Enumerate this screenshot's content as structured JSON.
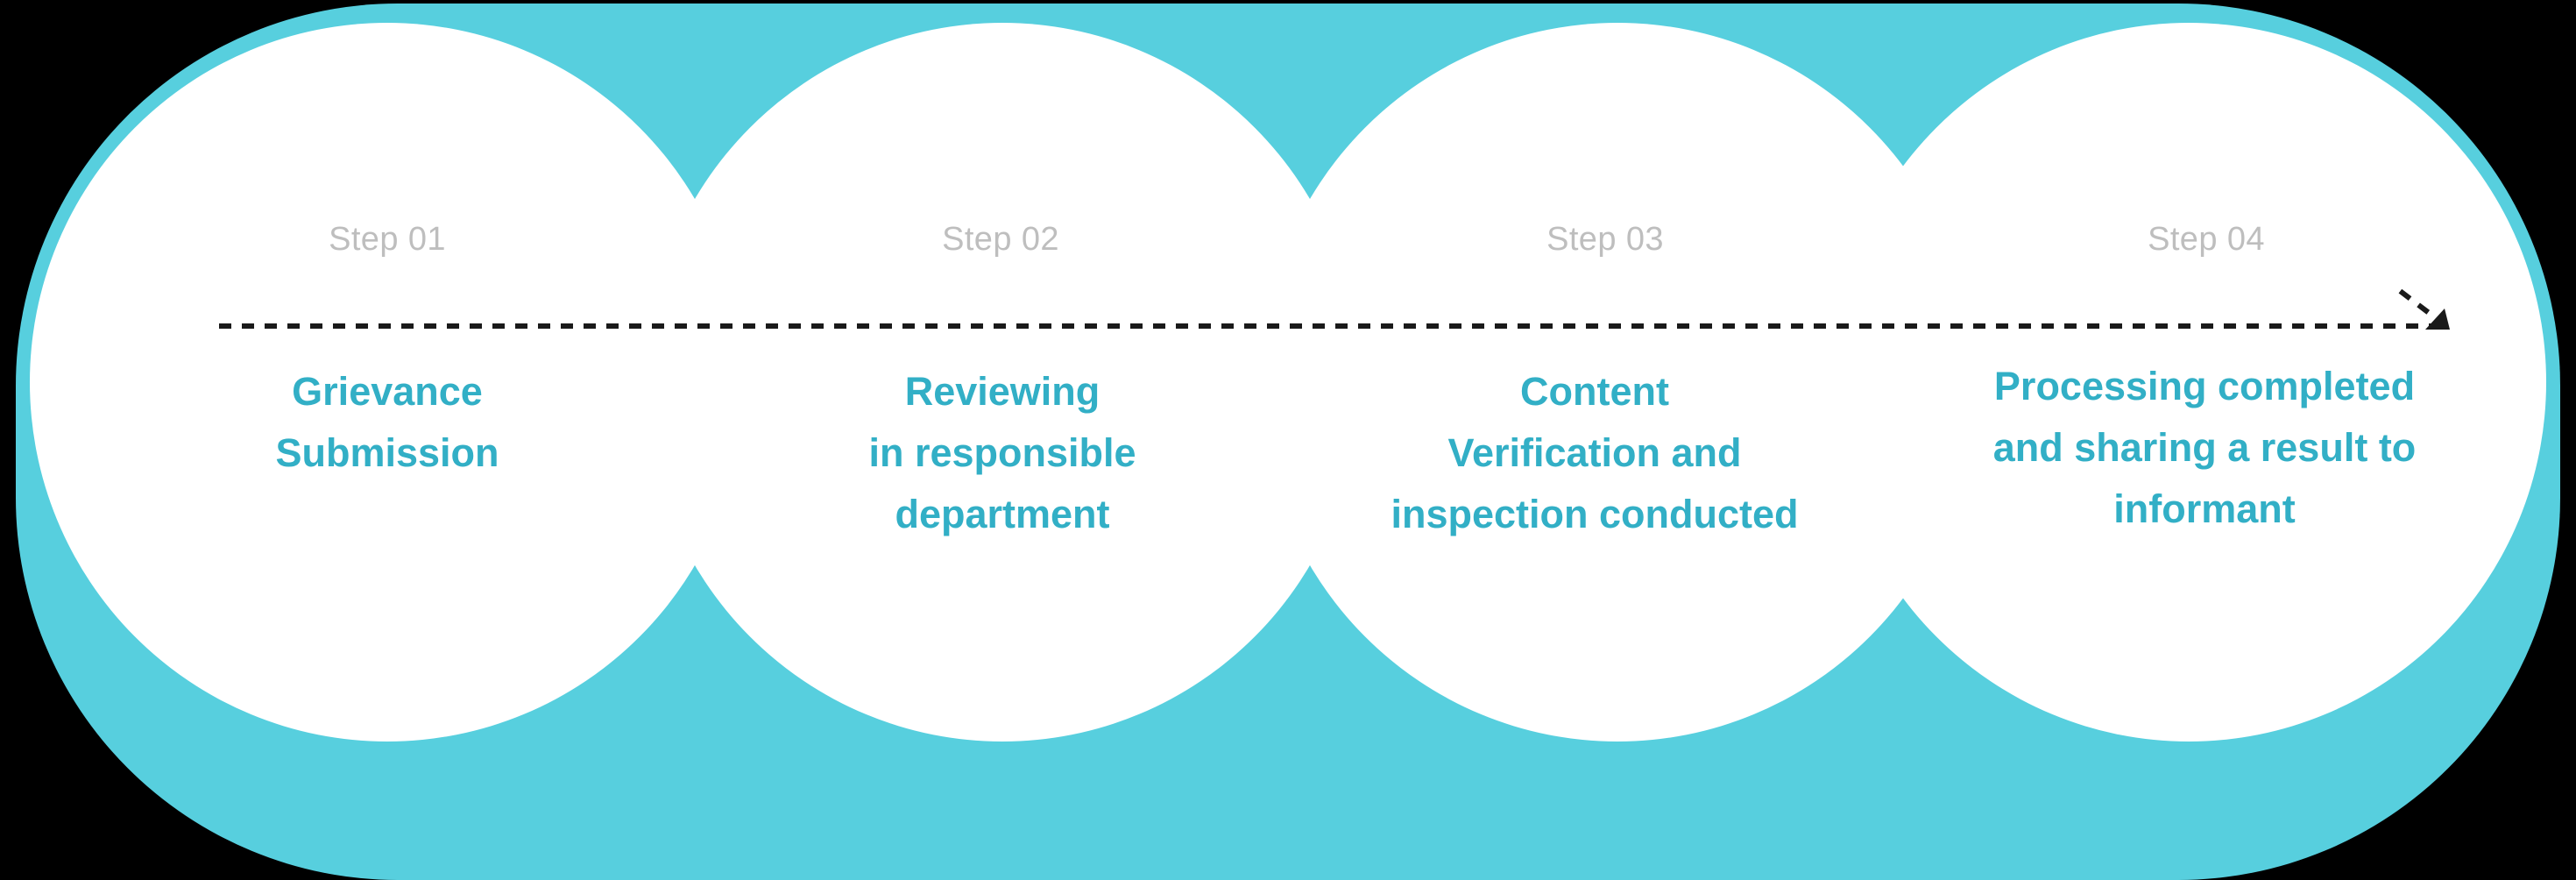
{
  "colors": {
    "page_background": "#000000",
    "band_teal": "#57CFDE",
    "circle_white": "#FFFFFF",
    "step_label_gray": "#BEBEBE",
    "step_title_teal": "#32AFC6",
    "arrow_black": "#1A1A1A"
  },
  "process": {
    "steps": [
      {
        "label": "Step 01",
        "title_lines": [
          "Grievance",
          "Submission"
        ]
      },
      {
        "label": "Step 02",
        "title_lines": [
          "Reviewing",
          "in responsible",
          "department"
        ]
      },
      {
        "label": "Step 03",
        "title_lines": [
          "Content",
          "Verification and",
          "inspection conducted"
        ]
      },
      {
        "label": "Step 04",
        "title_lines": [
          "Processing completed",
          "and sharing a result to",
          "informant"
        ]
      }
    ],
    "arrow": {
      "name": "dotted-progress-arrow",
      "direction": "left-to-right"
    }
  }
}
